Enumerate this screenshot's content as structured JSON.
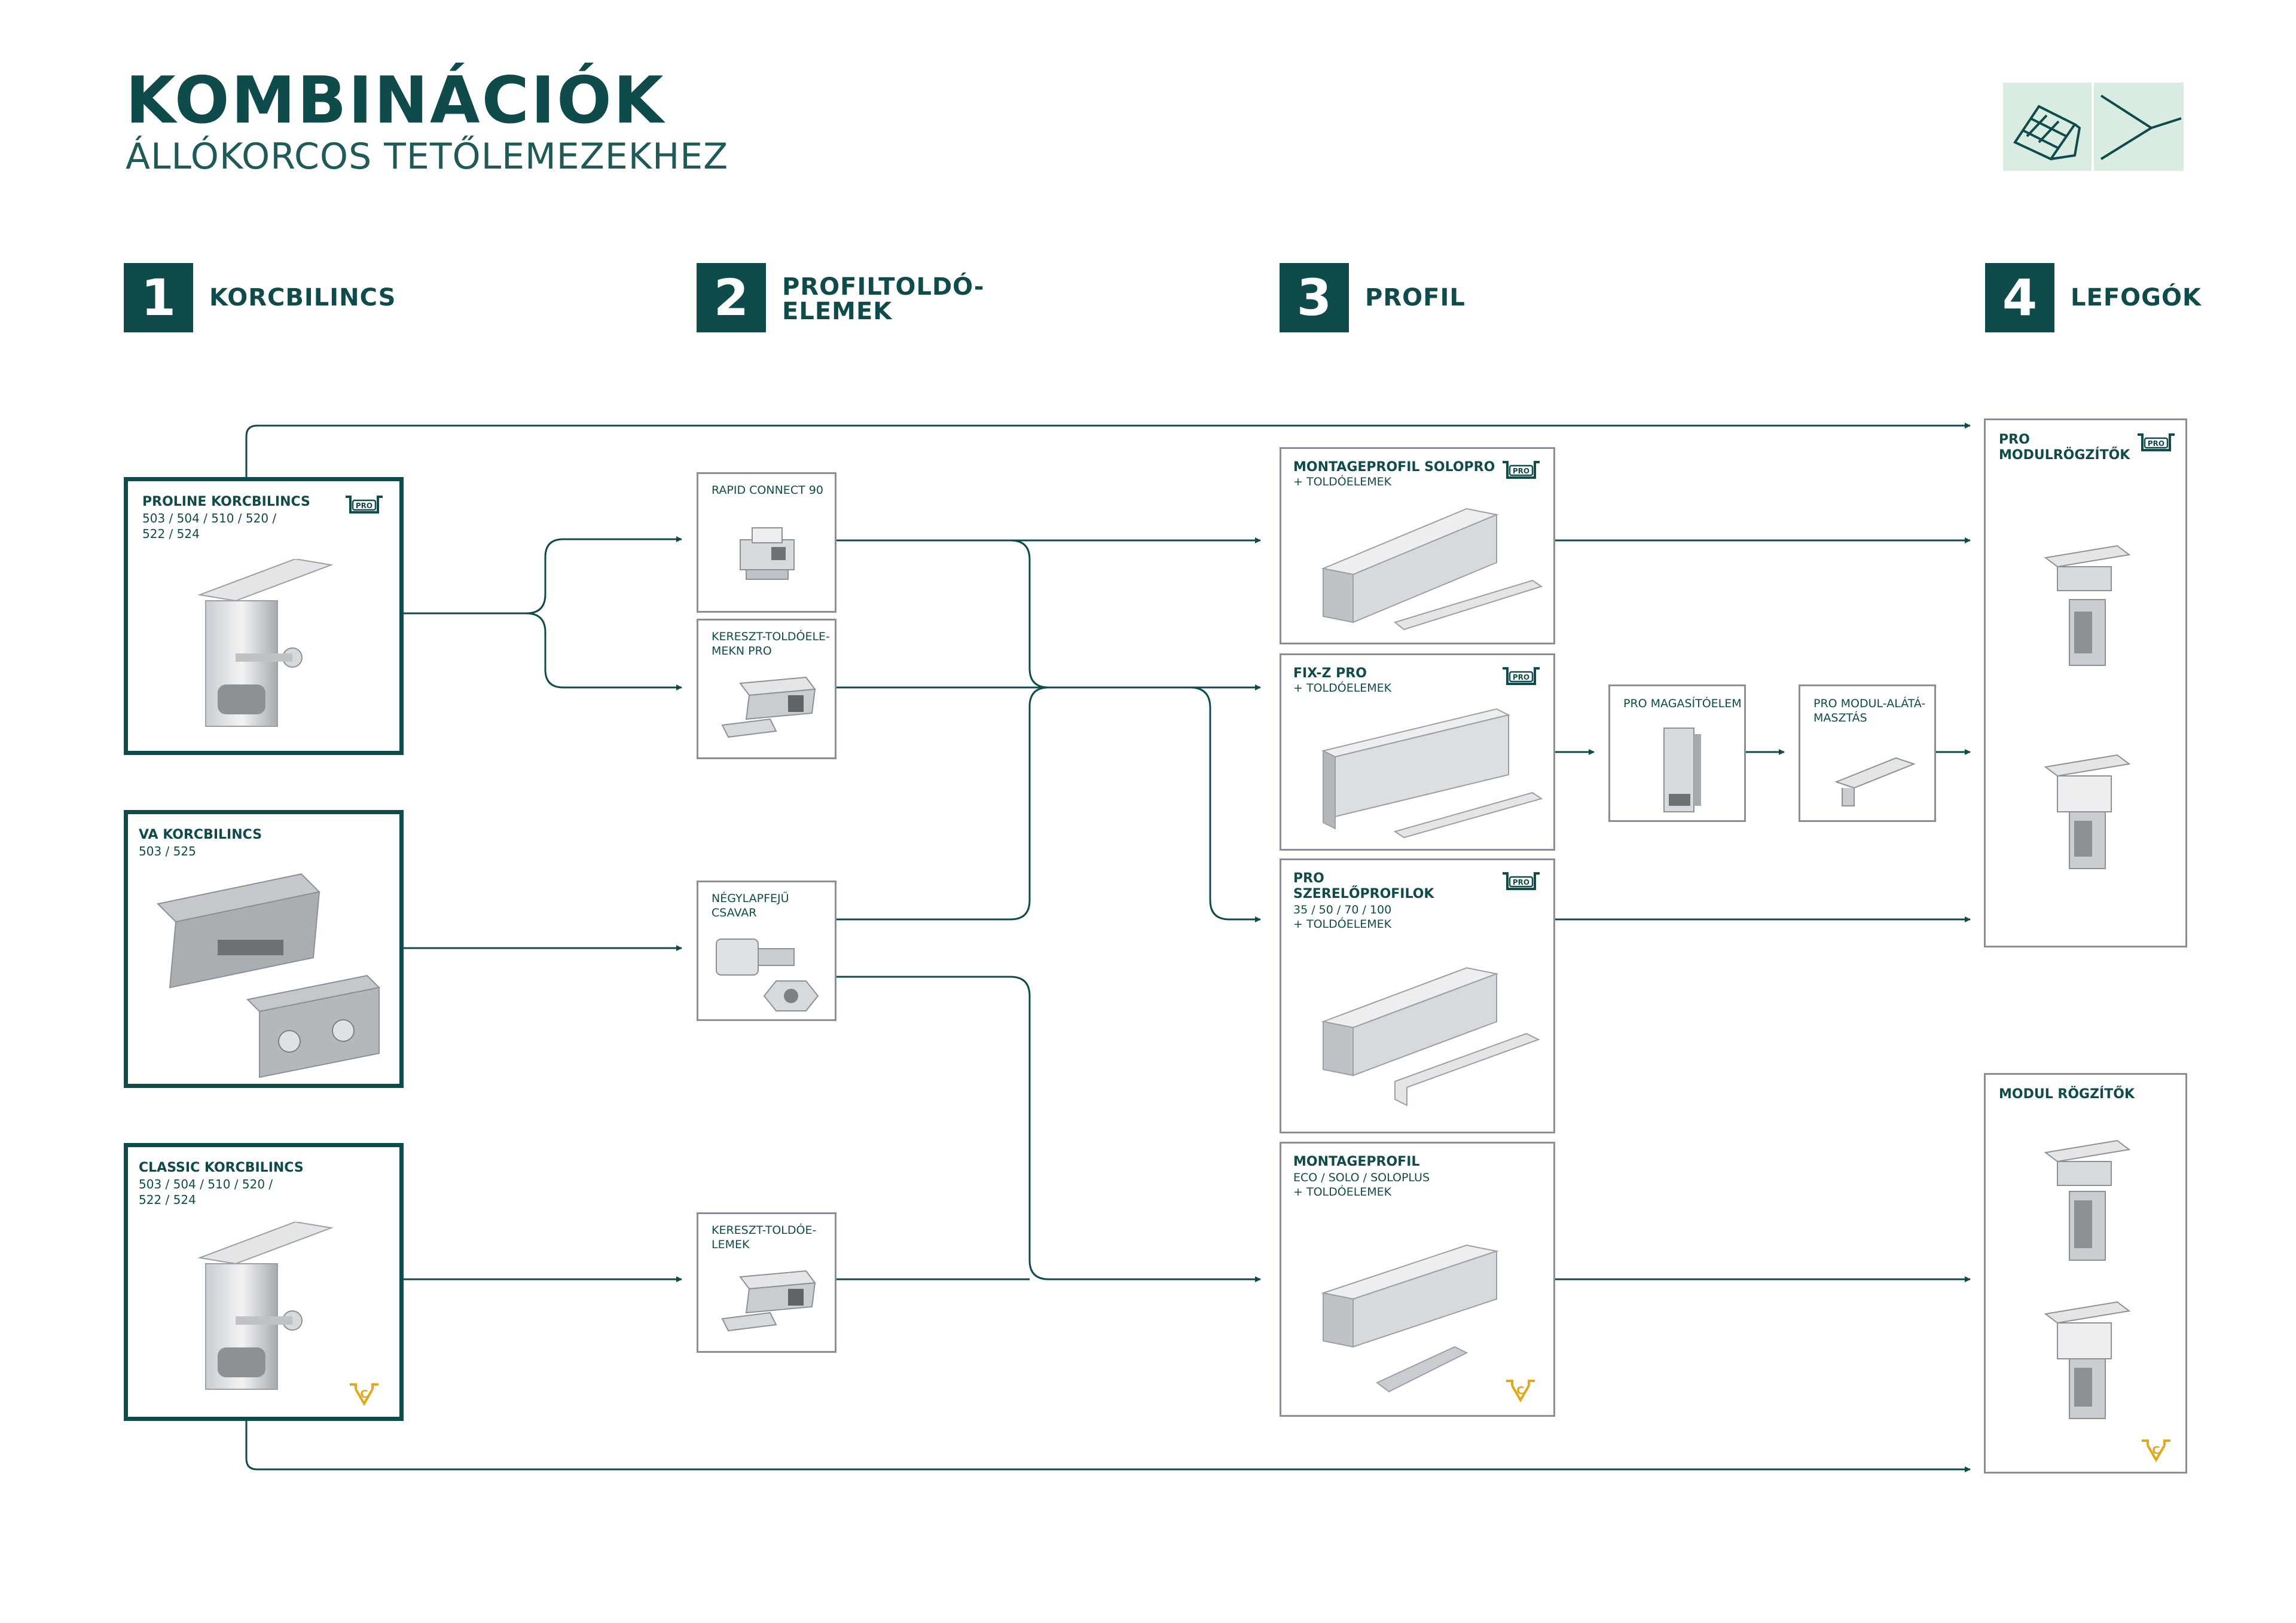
{
  "header": {
    "title": "KOMBINÁCIÓK",
    "subtitle": "ÁLLÓKORCOS TETŐLEMEZEKHEZ"
  },
  "steps": [
    {
      "number": "1",
      "label": "KORCBILINCS"
    },
    {
      "number": "2",
      "label": "PROFILTOLDÓ-",
      "label2": "ELEMEK"
    },
    {
      "number": "3",
      "label": "PROFIL"
    },
    {
      "number": "4",
      "label": "LEFOGÓK"
    }
  ],
  "clamps": [
    {
      "title": "PROLINE KORCBILINCS",
      "sub1": "503 / 504 / 510 / 520 /",
      "sub2": "522 / 524",
      "badge": "PRO"
    },
    {
      "title": "VA KORCBILINCS",
      "sub1": "503 / 525"
    },
    {
      "title": "CLASSIC KORCBILINCS",
      "sub1": "503 / 504 / 510 / 520 /",
      "sub2": "522 / 524"
    }
  ],
  "connectors": [
    {
      "line1": "RAPID CONNECT 90"
    },
    {
      "line1": "KERESZT-TOLDÓELE-",
      "line2": "MEKN PRO"
    },
    {
      "line1": "NÉGYLAPFEJŰ",
      "line2": "CSAVAR"
    },
    {
      "line1": "KERESZT-TOLDÓE-",
      "line2": "LEMEK"
    }
  ],
  "profiles": [
    {
      "title": "MONTAGEPROFIL SOLOPRO",
      "sub1": "+ TOLDÓELEMEK",
      "badge": "PRO"
    },
    {
      "title": "FIX-Z PRO",
      "sub1": "+ TOLDÓELEMEK",
      "badge": "PRO"
    },
    {
      "title": "PRO",
      "title2": "SZERELŐPROFILOK",
      "sub1": "35 / 50 / 70 / 100",
      "sub2": "+ TOLDÓELEMEK",
      "badge": "PRO"
    },
    {
      "title": "MONTAGEPROFIL",
      "sub1": "ECO / SOLO / SOLOPLUS",
      "sub2": "+ TOLDÓELEMEK"
    }
  ],
  "extras": [
    {
      "line1": "PRO MAGASÍTÓELEM"
    },
    {
      "line1": "PRO MODUL-ALÁTÁ-",
      "line2": "MASZTÁS"
    }
  ],
  "clips": [
    {
      "title": "PRO",
      "title2": "MODULRÖGZÍTŐK",
      "badge": "PRO"
    },
    {
      "title": "MODUL RÖGZÍTŐK"
    }
  ],
  "colors": {
    "brand": "#0f4b4a",
    "accent_light": "#d9ece2",
    "classic_badge": "#e0a91c",
    "box_border": "#8a8f94"
  },
  "icons": {
    "roof": "solar-roof-icon",
    "slope": "roof-slope-icon",
    "pro": "pro-seam-badge-icon",
    "classic": "classic-c-badge-icon"
  }
}
